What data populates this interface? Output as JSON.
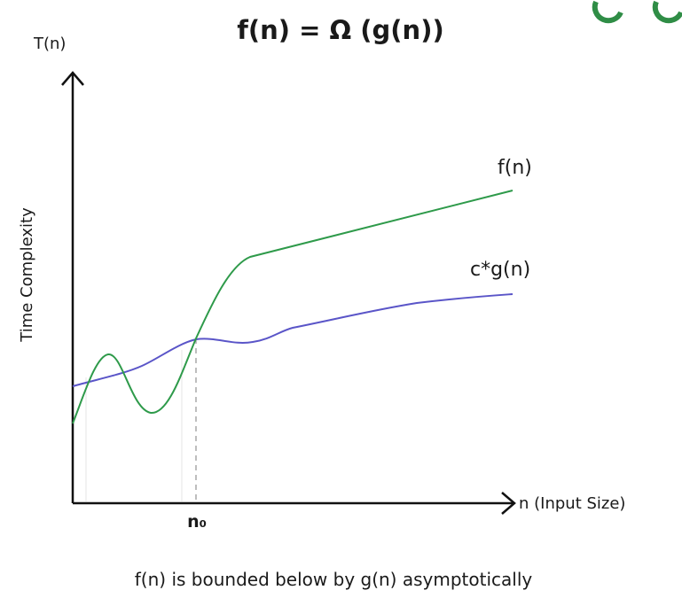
{
  "title": "f(n) = Ω (g(n))",
  "y_axis": {
    "top_label": "T(n)",
    "side_label": "Time Complexity"
  },
  "x_axis": {
    "label": "n (Input Size)",
    "tick_label": "n₀"
  },
  "curves": {
    "f": {
      "label": "f(n)",
      "color": "#2e9a4a"
    },
    "cg": {
      "label": "c*g(n)",
      "color": "#5a55c8"
    }
  },
  "caption": "f(n) is bounded below by g(n) asymptotically",
  "logo": {
    "name": "geeksforgeeks-logo-partial",
    "color": "#2f8d46"
  }
}
